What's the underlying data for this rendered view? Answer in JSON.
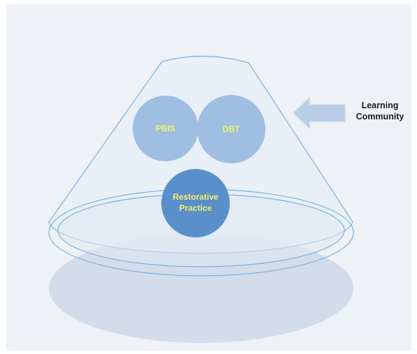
{
  "diagram": {
    "circles": [
      {
        "label": "PBIS"
      },
      {
        "label": "DBT"
      },
      {
        "label_line1": "Restorative",
        "label_line2": "Practice"
      }
    ],
    "side_label": {
      "line1": "Learning",
      "line2": "Community"
    },
    "colors": {
      "background": "#eef1f6",
      "light_circle": "#9ebfe2",
      "dark_circle": "#5b8fcb",
      "label_yellow": "#f3f06a",
      "outline_blue": "#7fb0de",
      "arrow_fill": "#b9cde6",
      "shadow": "#d2dceb"
    }
  }
}
